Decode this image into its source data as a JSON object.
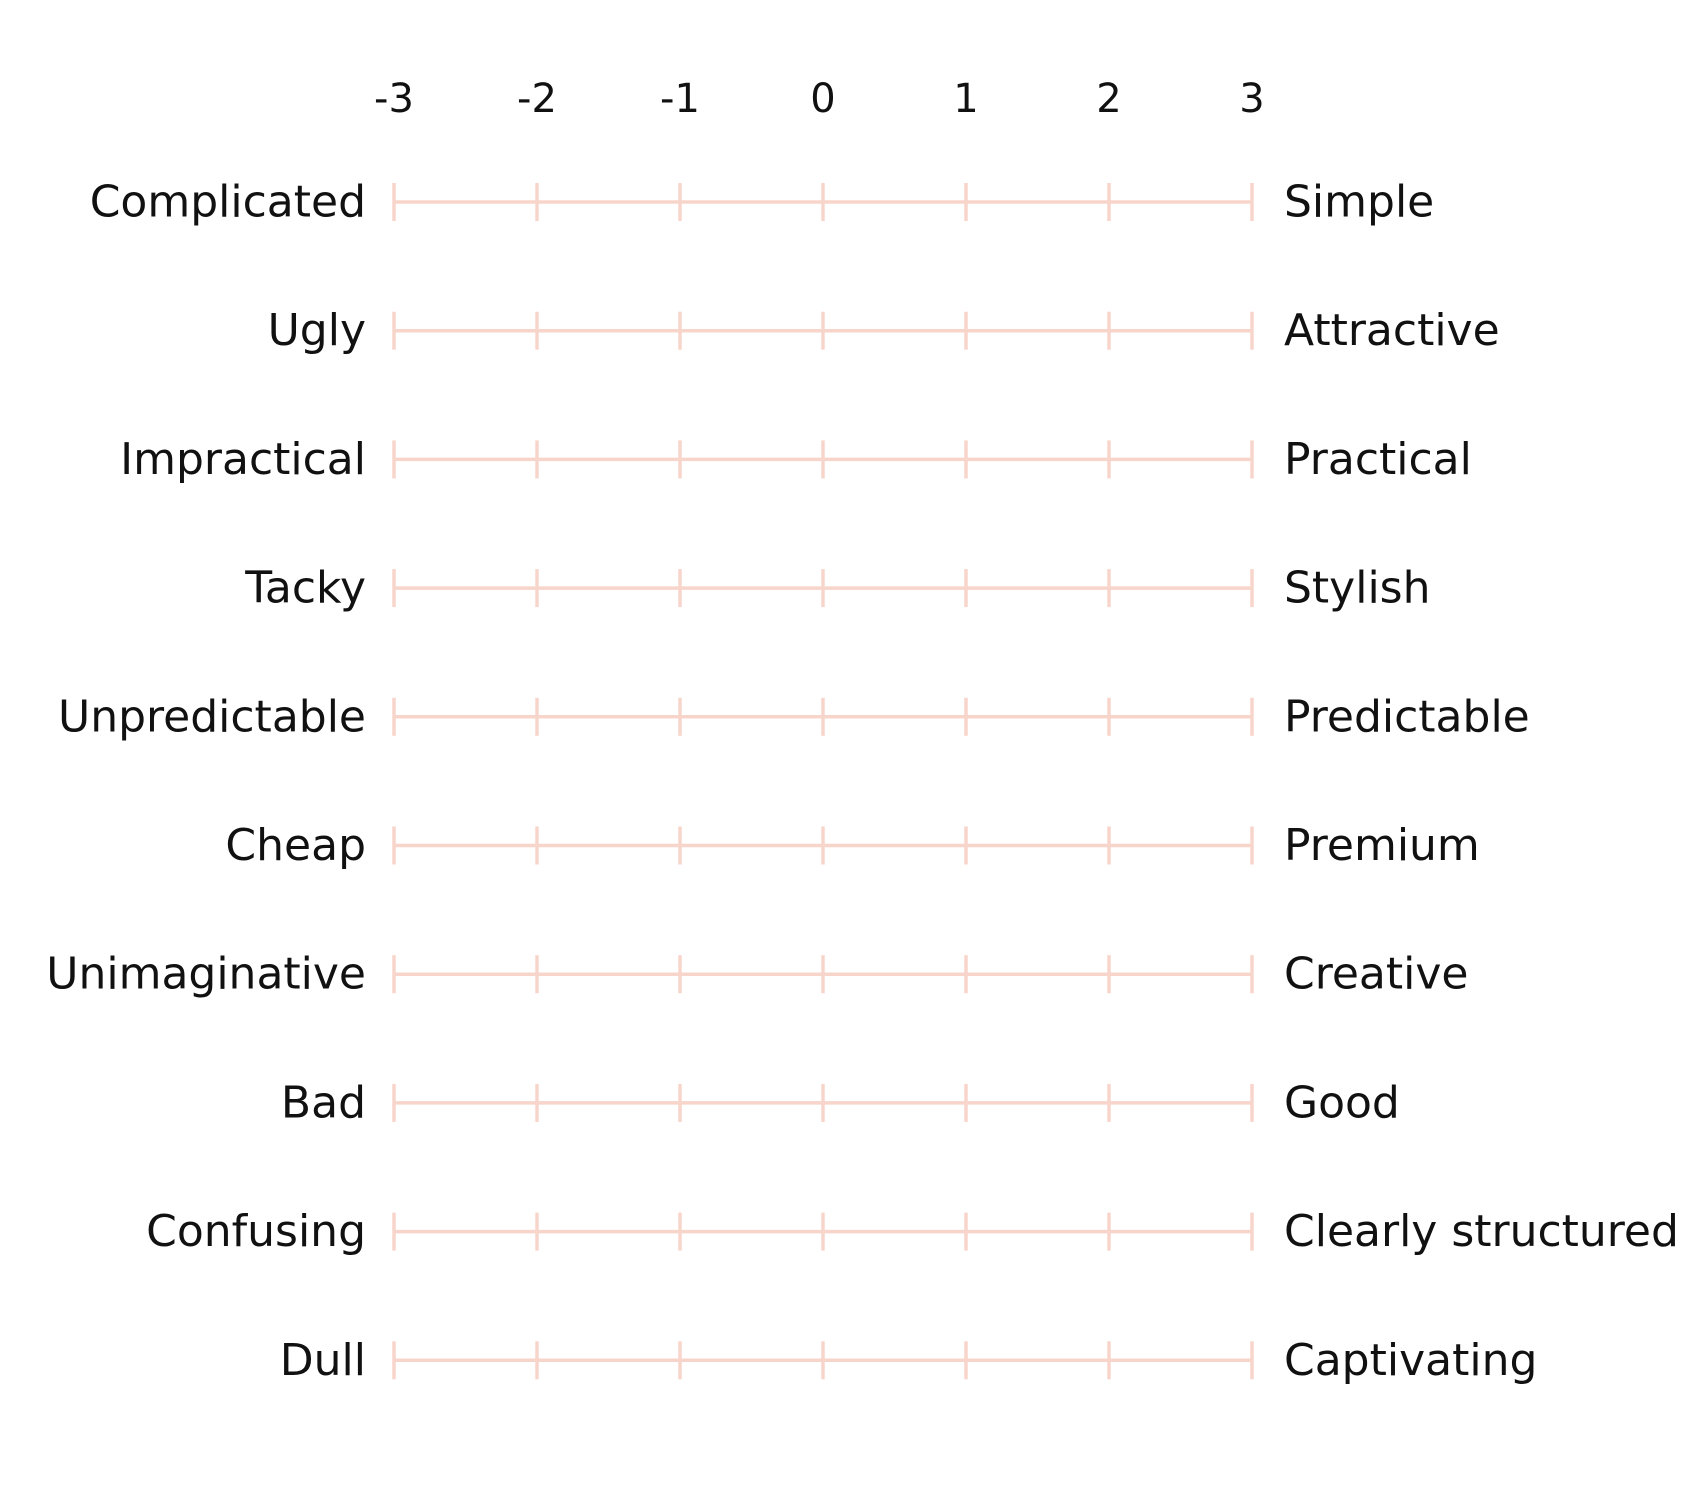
{
  "scale": {
    "points": [
      "-3",
      "-2",
      "-1",
      "0",
      "1",
      "2",
      "3"
    ],
    "line_color": "#f8d5ca"
  },
  "items": [
    {
      "left": "Complicated",
      "right": "Simple"
    },
    {
      "left": "Ugly",
      "right": "Attractive"
    },
    {
      "left": "Impractical",
      "right": "Practical"
    },
    {
      "left": "Tacky",
      "right": "Stylish"
    },
    {
      "left": "Unpredictable",
      "right": "Predictable"
    },
    {
      "left": "Cheap",
      "right": "Premium"
    },
    {
      "left": "Unimaginative",
      "right": "Creative"
    },
    {
      "left": "Bad",
      "right": "Good"
    },
    {
      "left": "Confusing",
      "right": "Clearly structured"
    },
    {
      "left": "Dull",
      "right": "Captivating"
    }
  ]
}
